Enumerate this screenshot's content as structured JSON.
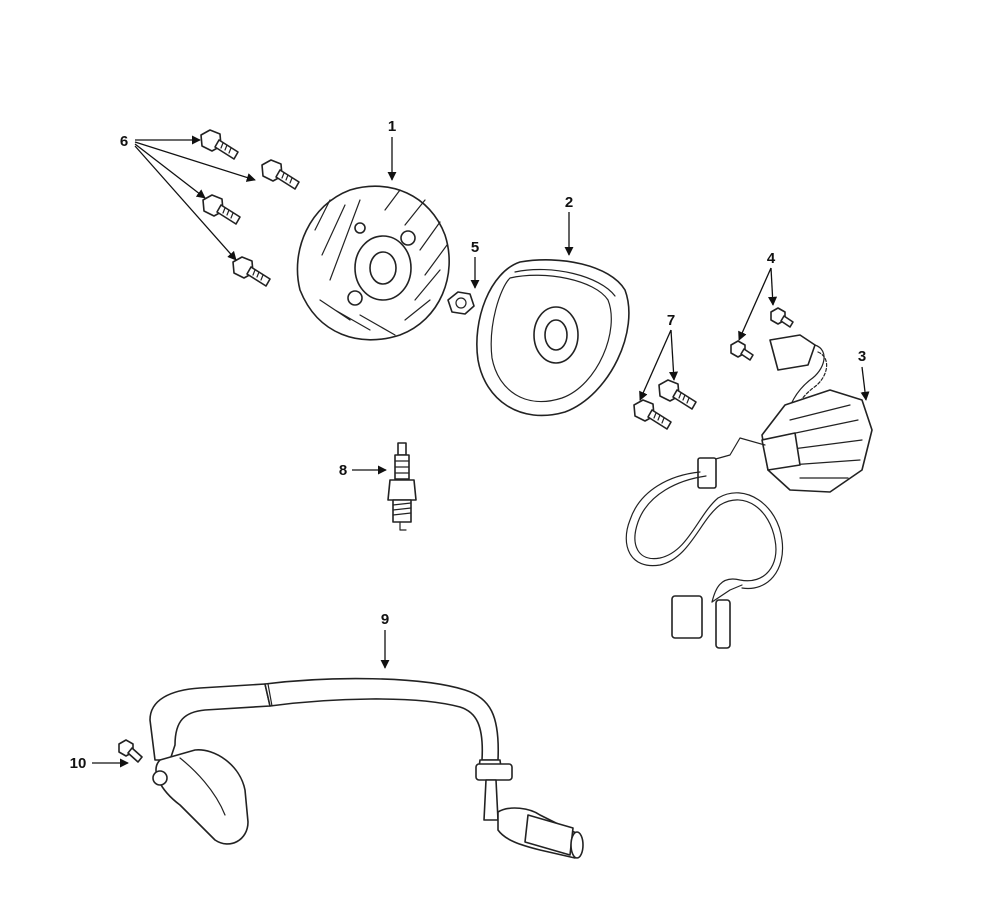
{
  "callouts": [
    {
      "number": "1"
    },
    {
      "number": "2"
    },
    {
      "number": "3"
    },
    {
      "number": "4"
    },
    {
      "number": "5"
    },
    {
      "number": "6"
    },
    {
      "number": "7"
    },
    {
      "number": "8"
    },
    {
      "number": "9"
    },
    {
      "number": "10"
    }
  ],
  "colors": {
    "line": "#222222",
    "background": "#ffffff"
  }
}
